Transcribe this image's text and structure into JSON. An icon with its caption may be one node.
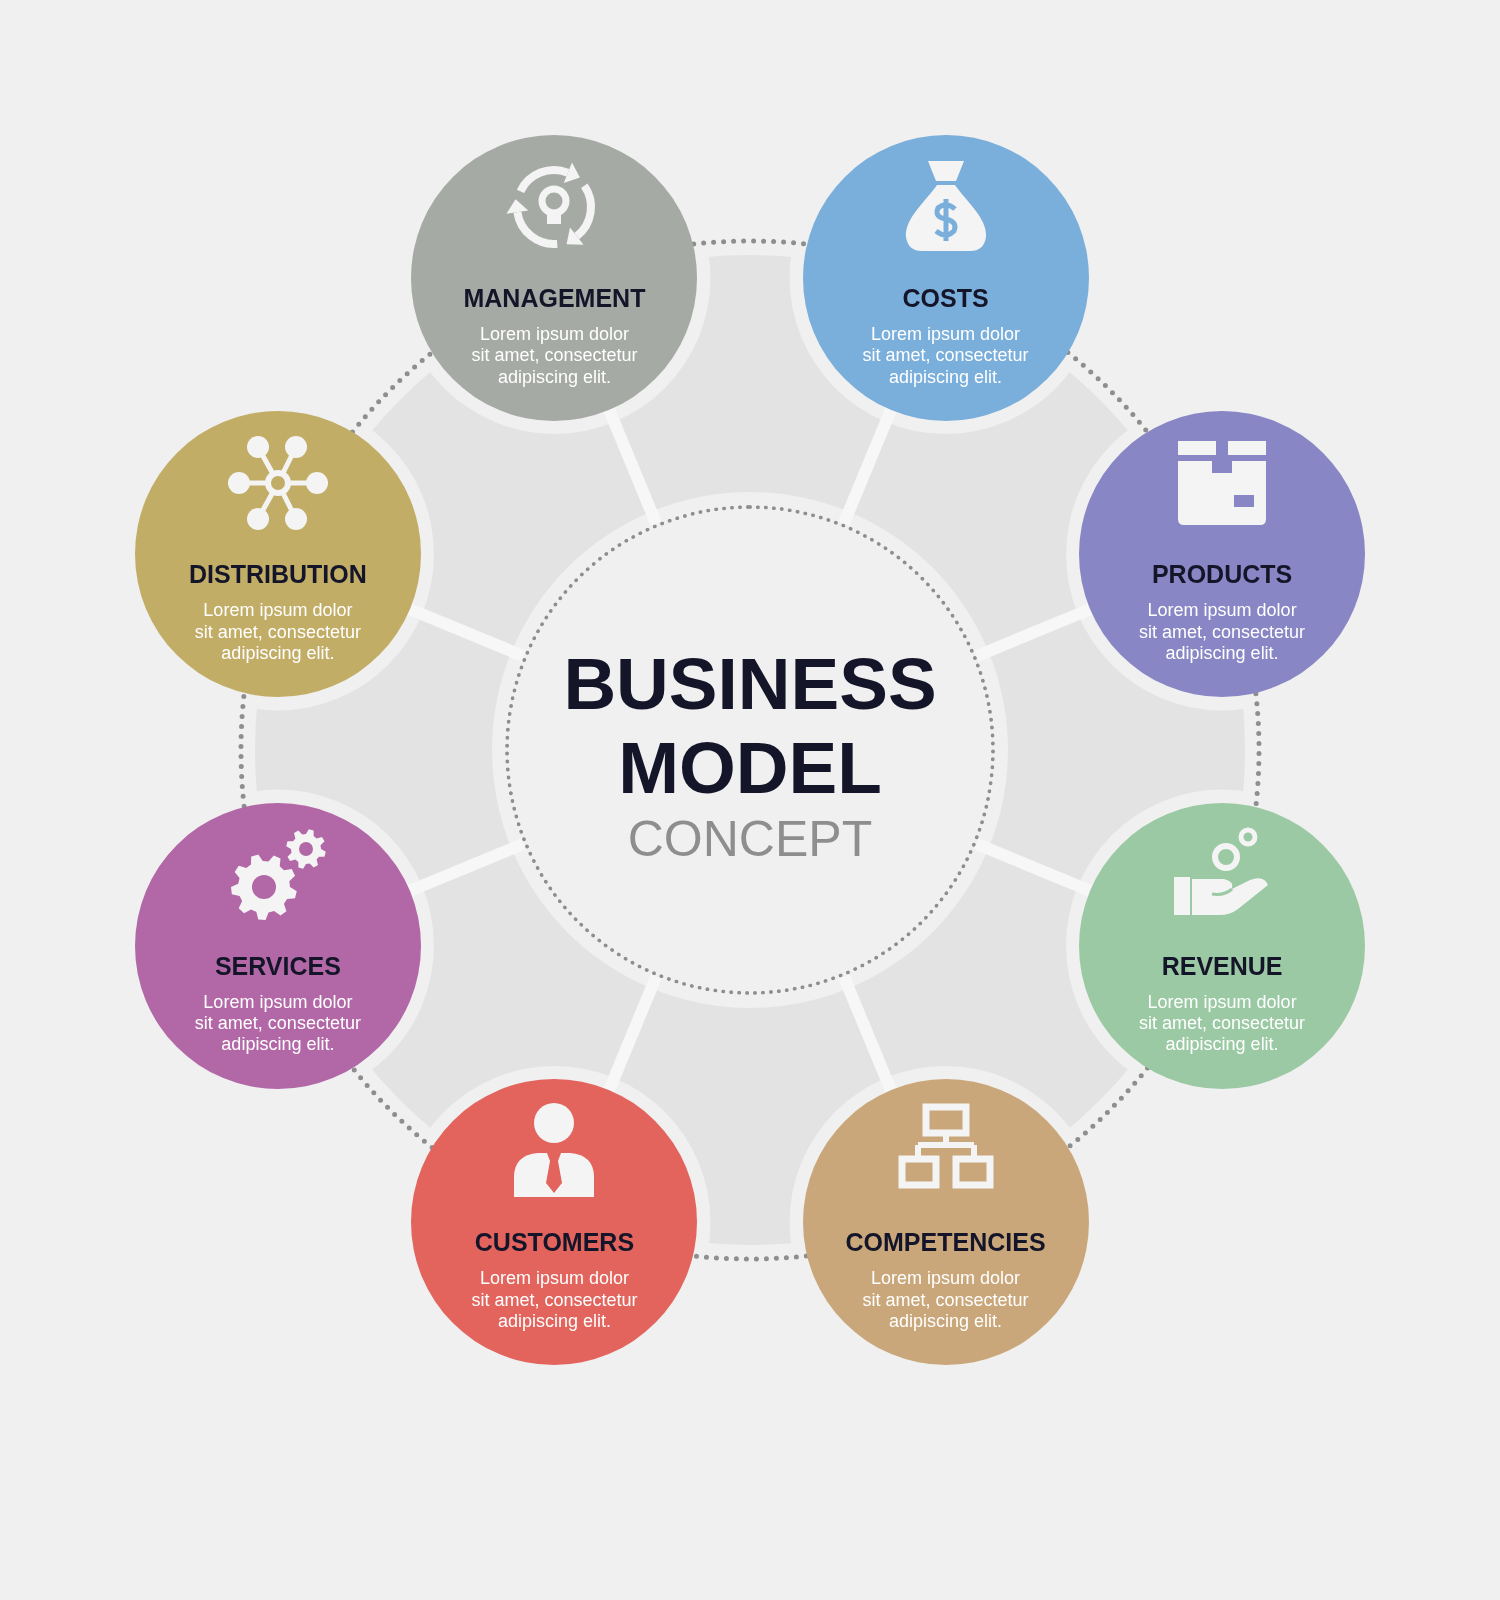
{
  "diagram": {
    "nodes": [
      {
        "text": [
          "BUSINESS MODEL",
          "CONCEPT"
        ]
      },
      {
        "text": [
          "MANAGEMENT",
          "Lorem ipsum dolor sit amet, consectetur adipiscing elit."
        ]
      },
      {
        "text": [
          "COSTS",
          "Lorem ipsum dolor sit amet, consectetur adipiscing elit."
        ]
      },
      {
        "text": [
          "PRODUCTS",
          "Lorem ipsum dolor sit amet, consectetur adipiscing elit."
        ]
      },
      {
        "text": [
          "REVENUE",
          "Lorem ipsum dolor sit amet, consectetur adipiscing elit."
        ]
      },
      {
        "text": [
          "COMPETENCIES",
          "Lorem ipsum dolor sit amet, consectetur adipiscing elit."
        ]
      },
      {
        "text": [
          "CUSTOMERS",
          "Lorem ipsum dolor sit amet, consectetur adipiscing elit."
        ]
      },
      {
        "text": [
          "SERVICES",
          "Lorem ipsum dolor sit amet, consectetur adipiscing elit."
        ]
      },
      {
        "text": [
          "DISTRIBUTION",
          "Lorem ipsum dolor sit amet, consectetur adipiscing elit."
        ]
      }
    ],
    "edges": [
      {
        "from": 0,
        "to": 1,
        "arrow": "none",
        "style": "thick",
        "color": "#f7f7f7"
      },
      {
        "from": 0,
        "to": 2,
        "arrow": "none",
        "style": "thick",
        "color": "#f7f7f7"
      },
      {
        "from": 0,
        "to": 3,
        "arrow": "none",
        "style": "thick",
        "color": "#f7f7f7"
      },
      {
        "from": 0,
        "to": 4,
        "arrow": "none",
        "style": "thick",
        "color": "#f7f7f7"
      },
      {
        "from": 0,
        "to": 5,
        "arrow": "none",
        "style": "thick",
        "color": "#f7f7f7"
      },
      {
        "from": 0,
        "to": 6,
        "arrow": "none",
        "style": "thick",
        "color": "#f7f7f7"
      },
      {
        "from": 0,
        "to": 7,
        "arrow": "none",
        "style": "thick",
        "color": "#f7f7f7"
      },
      {
        "from": 0,
        "to": 8,
        "arrow": "none",
        "style": "thick",
        "color": "#f7f7f7"
      },
      {
        "from": 1,
        "to": 2,
        "arrow": "none",
        "style": "dashed",
        "color": "#8e8e8e"
      },
      {
        "from": 2,
        "to": 3,
        "arrow": "none",
        "style": "dashed",
        "color": "#8e8e8e"
      },
      {
        "from": 3,
        "to": 4,
        "arrow": "none",
        "style": "dashed",
        "color": "#8e8e8e"
      },
      {
        "from": 4,
        "to": 5,
        "arrow": "none",
        "style": "dashed",
        "color": "#8e8e8e"
      },
      {
        "from": 5,
        "to": 6,
        "arrow": "none",
        "style": "dashed",
        "color": "#8e8e8e"
      },
      {
        "from": 6,
        "to": 7,
        "arrow": "none",
        "style": "dashed",
        "color": "#8e8e8e"
      },
      {
        "from": 7,
        "to": 8,
        "arrow": "none",
        "style": "dashed",
        "color": "#8e8e8e"
      },
      {
        "from": 8,
        "to": 1,
        "arrow": "none",
        "style": "dashed",
        "color": "#8e8e8e"
      }
    ]
  }
}
